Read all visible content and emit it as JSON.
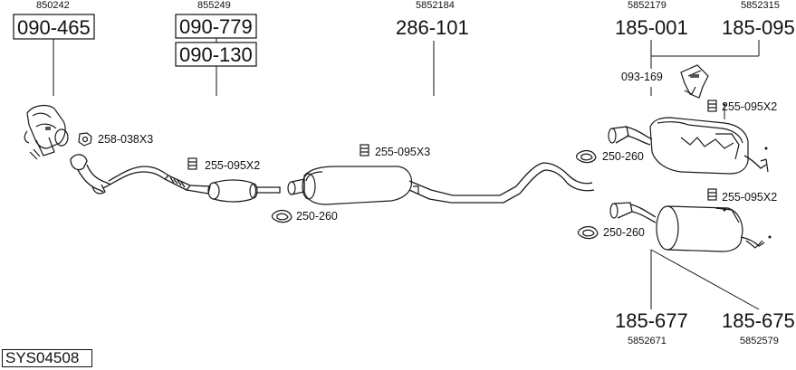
{
  "labels": {
    "ref_850242": "850242",
    "pn_090_465": "090-465",
    "ref_855249": "855249",
    "pn_090_779": "090-779",
    "pn_090_130": "090-130",
    "ref_5852184": "5852184",
    "pn_286_101": "286-101",
    "ref_5852179": "5852179",
    "ref_5852315": "5852315",
    "pn_185_001": "185-001",
    "pn_185_095": "185-095",
    "pn_093_169": "093-169",
    "clamp_258_038x3": "258-038X3",
    "bolt_255_095x2_a": "255-095X2",
    "bolt_255_095x3": "255-095X3",
    "bolt_255_095x2_b": "255-095X2",
    "bolt_255_095x2_c": "255-095X2",
    "gasket_250_260_a": "250-260",
    "gasket_250_260_b": "250-260",
    "gasket_250_260_c": "250-260",
    "pn_185_677": "185-677",
    "pn_185_675": "185-675",
    "ref_5852671": "5852671",
    "ref_5852579": "5852579"
  },
  "system_code": "SYS04508"
}
